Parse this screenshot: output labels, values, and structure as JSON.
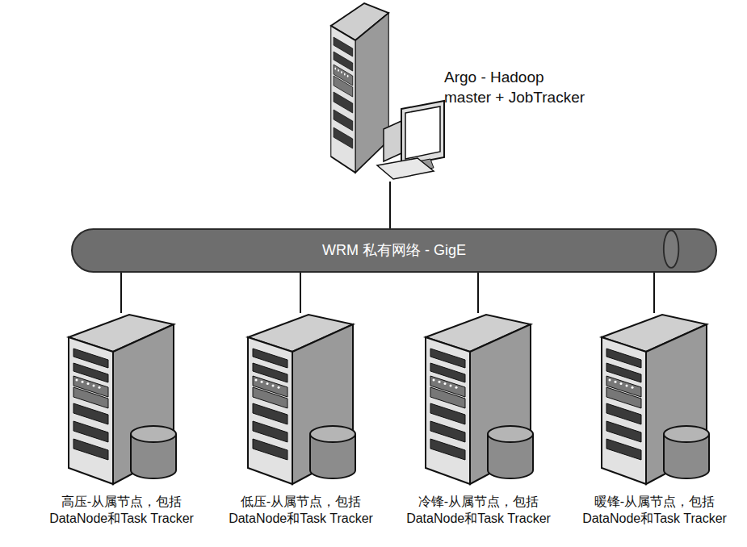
{
  "diagram": {
    "nodes": [
      {
        "text": [
          "Argo - Hadoop master + JobTracker"
        ]
      },
      {
        "text": [
          "WRM 私有网络 - GigE"
        ]
      },
      {
        "text": [
          "高压-从属节点，包括 DataNode和Task Tracker"
        ]
      },
      {
        "text": [
          "低压-从属节点，包括 DataNode和Task Tracker"
        ]
      },
      {
        "text": [
          "冷锋-从属节点，包括 DataNode和Task Tracker"
        ]
      },
      {
        "text": [
          "暖锋-从属节点，包括 DataNode和Task Tracker"
        ]
      }
    ],
    "edges": [
      {
        "from": 0,
        "to": 1,
        "arrow": "none"
      },
      {
        "from": 1,
        "to": 2,
        "arrow": "none"
      },
      {
        "from": 1,
        "to": 3,
        "arrow": "none"
      },
      {
        "from": 1,
        "to": 4,
        "arrow": "none"
      },
      {
        "from": 1,
        "to": 5,
        "arrow": "none"
      }
    ]
  }
}
